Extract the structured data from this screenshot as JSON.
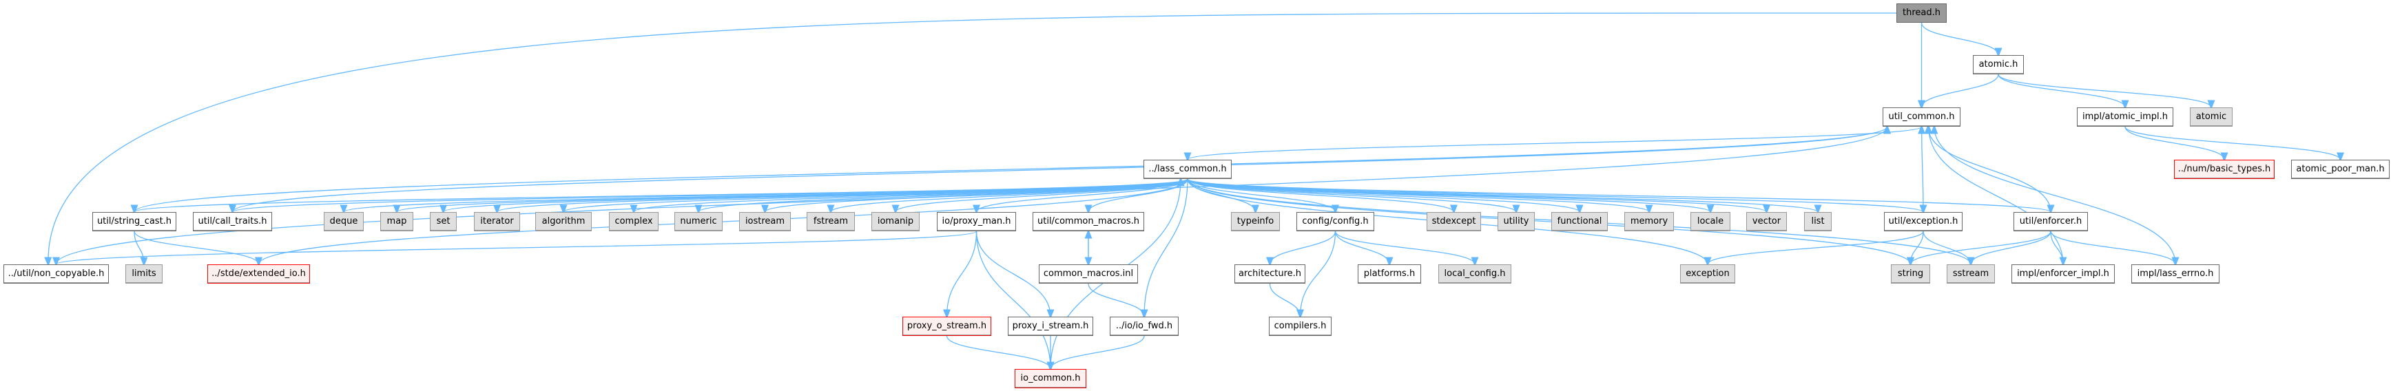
{
  "graph": {
    "type": "include-dependency-graph",
    "nodes": {
      "thread": "thread.h",
      "atomic_h": "atomic.h",
      "util_common": "util_common.h",
      "atomic_impl": "impl/atomic_impl.h",
      "atomic_std": "atomic",
      "lass_common": "../lass_common.h",
      "basic_types": "../num/basic_types.h",
      "atomic_poor_man": "atomic_poor_man.h",
      "string_cast": "util/string_cast.h",
      "call_traits": "util/call_traits.h",
      "deque": "deque",
      "map": "map",
      "set": "set",
      "iterator": "iterator",
      "algorithm": "algorithm",
      "complex": "complex",
      "numeric": "numeric",
      "iostream": "iostream",
      "fstream": "fstream",
      "iomanip": "iomanip",
      "proxy_man": "io/proxy_man.h",
      "common_macros_h": "util/common_macros.h",
      "typeinfo": "typeinfo",
      "config": "config/config.h",
      "stdexcept": "stdexcept",
      "utility": "utility",
      "functional": "functional",
      "memory": "memory",
      "locale": "locale",
      "vector": "vector",
      "list": "list",
      "util_exception": "util/exception.h",
      "enforcer": "util/enforcer.h",
      "non_copyable": "../util/non_copyable.h",
      "limits": "limits",
      "extended_io": "../stde/extended_io.h",
      "common_macros_inl": "common_macros.inl",
      "architecture": "architecture.h",
      "platforms": "platforms.h",
      "local_config": "local_config.h",
      "exception": "exception",
      "string": "string",
      "sstream": "sstream",
      "enforcer_impl": "impl/enforcer_impl.h",
      "lass_errno": "impl/lass_errno.h",
      "proxy_o_stream": "proxy_o_stream.h",
      "proxy_i_stream": "proxy_i_stream.h",
      "io_fwd": "../io/io_fwd.h",
      "compilers": "compilers.h",
      "io_common": "io_common.h"
    },
    "edges": [
      [
        "thread",
        "atomic_h"
      ],
      [
        "thread",
        "util_common"
      ],
      [
        "thread",
        "non_copyable"
      ],
      [
        "atomic_h",
        "util_common"
      ],
      [
        "atomic_h",
        "atomic_impl"
      ],
      [
        "atomic_h",
        "atomic_std"
      ],
      [
        "atomic_impl",
        "basic_types"
      ],
      [
        "atomic_impl",
        "atomic_poor_man"
      ],
      [
        "util_common",
        "lass_common"
      ],
      [
        "lass_common",
        "string_cast"
      ],
      [
        "lass_common",
        "call_traits"
      ],
      [
        "lass_common",
        "deque"
      ],
      [
        "lass_common",
        "map"
      ],
      [
        "lass_common",
        "set"
      ],
      [
        "lass_common",
        "iterator"
      ],
      [
        "lass_common",
        "algorithm"
      ],
      [
        "lass_common",
        "complex"
      ],
      [
        "lass_common",
        "numeric"
      ],
      [
        "lass_common",
        "iostream"
      ],
      [
        "lass_common",
        "fstream"
      ],
      [
        "lass_common",
        "iomanip"
      ],
      [
        "lass_common",
        "proxy_man"
      ],
      [
        "lass_common",
        "common_macros_h"
      ],
      [
        "lass_common",
        "io_fwd"
      ],
      [
        "lass_common",
        "typeinfo"
      ],
      [
        "lass_common",
        "config"
      ],
      [
        "lass_common",
        "stdexcept"
      ],
      [
        "lass_common",
        "utility"
      ],
      [
        "lass_common",
        "functional"
      ],
      [
        "lass_common",
        "memory"
      ],
      [
        "lass_common",
        "locale"
      ],
      [
        "lass_common",
        "vector"
      ],
      [
        "lass_common",
        "list"
      ],
      [
        "lass_common",
        "util_exception"
      ],
      [
        "lass_common",
        "enforcer"
      ],
      [
        "lass_common",
        "string"
      ],
      [
        "lass_common",
        "sstream"
      ],
      [
        "lass_common",
        "exception"
      ],
      [
        "lass_common",
        "extended_io"
      ],
      [
        "string_cast",
        "util_common"
      ],
      [
        "string_cast",
        "limits"
      ],
      [
        "string_cast",
        "extended_io"
      ],
      [
        "call_traits",
        "util_common"
      ],
      [
        "non_copyable",
        "util_common"
      ],
      [
        "proxy_man",
        "non_copyable"
      ],
      [
        "proxy_man",
        "proxy_o_stream"
      ],
      [
        "proxy_man",
        "proxy_i_stream"
      ],
      [
        "proxy_man",
        "io_common"
      ],
      [
        "common_macros_h",
        "common_macros_inl"
      ],
      [
        "common_macros_inl",
        "common_macros_h"
      ],
      [
        "common_macros_inl",
        "io_fwd"
      ],
      [
        "io_fwd",
        "io_common"
      ],
      [
        "proxy_o_stream",
        "io_common"
      ],
      [
        "proxy_i_stream",
        "io_common"
      ],
      [
        "io_common",
        "lass_common"
      ],
      [
        "config",
        "architecture"
      ],
      [
        "config",
        "compilers"
      ],
      [
        "config",
        "platforms"
      ],
      [
        "config",
        "local_config"
      ],
      [
        "architecture",
        "compilers"
      ],
      [
        "util_exception",
        "util_common"
      ],
      [
        "util_exception",
        "exception"
      ],
      [
        "util_exception",
        "string"
      ],
      [
        "util_exception",
        "sstream"
      ],
      [
        "enforcer",
        "util_common"
      ],
      [
        "enforcer",
        "string"
      ],
      [
        "enforcer",
        "sstream"
      ],
      [
        "enforcer",
        "enforcer_impl"
      ],
      [
        "enforcer",
        "lass_errno"
      ],
      [
        "enforcer_impl",
        "util_common"
      ],
      [
        "lass_errno",
        "util_common"
      ]
    ],
    "colors": {
      "edge": "#63b8ff",
      "root_fill": "#999999",
      "system_fill": "#e0e0e0",
      "missing_border": "#ff0000"
    }
  }
}
